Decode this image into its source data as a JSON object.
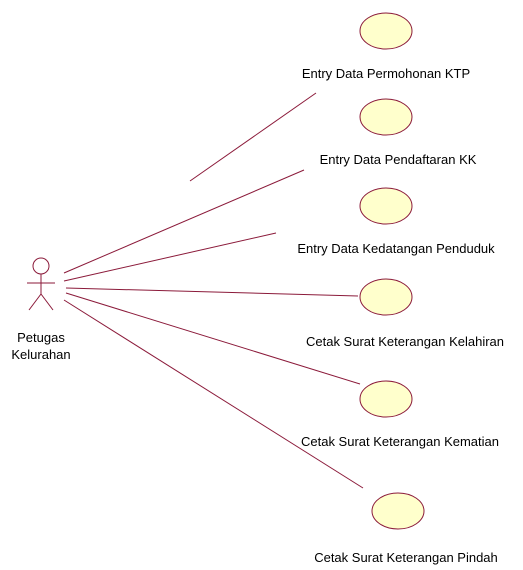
{
  "actor": {
    "name_line1": "Petugas",
    "name_line2": "Kelurahan"
  },
  "use_cases": [
    {
      "label": "Entry Data Permohonan KTP"
    },
    {
      "label": "Entry Data Pendaftaran KK"
    },
    {
      "label": "Entry Data Kedatangan Penduduk"
    },
    {
      "label": "Cetak Surat Keterangan Kelahiran"
    },
    {
      "label": "Cetak Surat Keterangan Kematian"
    },
    {
      "label": "Cetak Surat Keterangan Pindah"
    }
  ],
  "colors": {
    "usecase_fill": "#FFFFCC",
    "usecase_stroke": "#8B1A3A",
    "association": "#8B1A3A",
    "actor_stroke": "#8B1A3A",
    "text": "#000000"
  }
}
